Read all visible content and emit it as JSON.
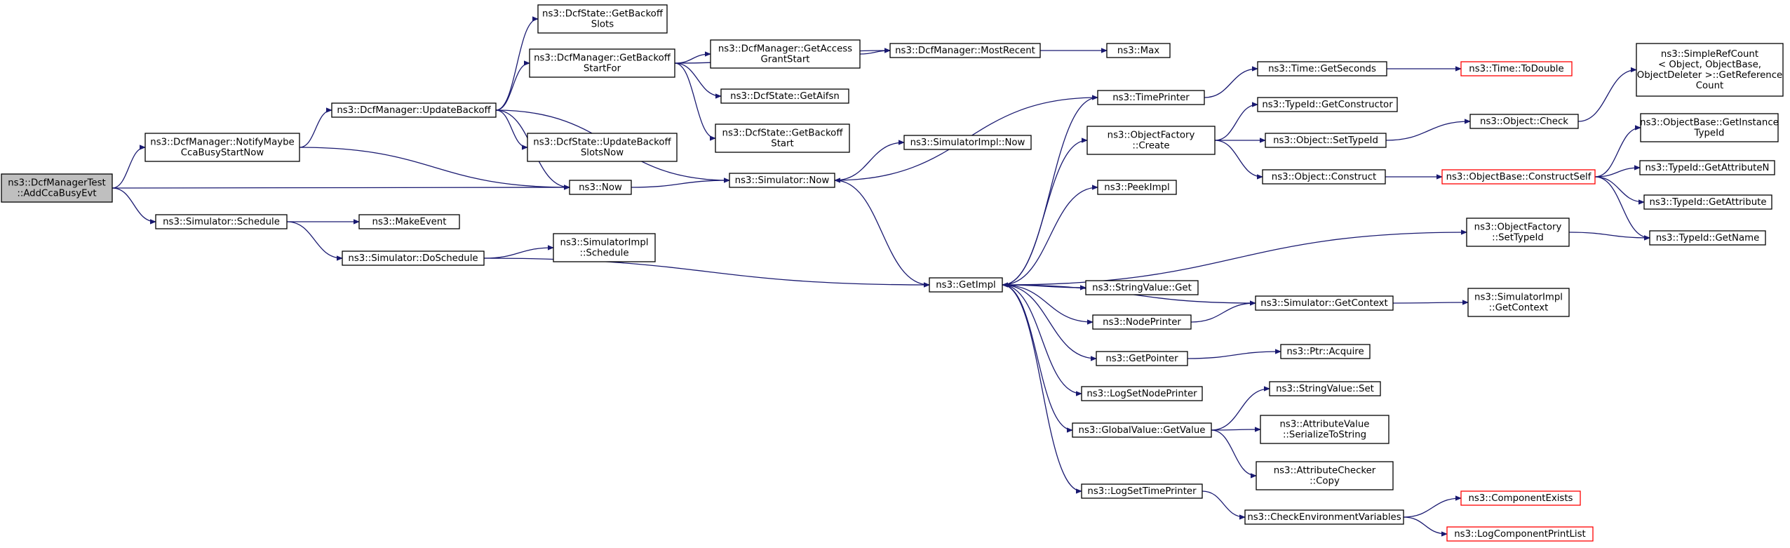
{
  "diagram": {
    "colors": {
      "edge": "#191970",
      "root_fill": "#bfbfbf",
      "highlight_border": "#ff0000"
    },
    "nodes": [
      {
        "id": "n0",
        "lines": [
          "ns3::DcfManagerTest",
          "::AddCcaBusyEvt"
        ],
        "root": true
      },
      {
        "id": "n1",
        "lines": [
          "ns3::DcfManager::NotifyMaybe",
          "CcaBusyStartNow"
        ]
      },
      {
        "id": "n2",
        "lines": [
          "ns3::DcfManager::UpdateBackoff"
        ]
      },
      {
        "id": "n3",
        "lines": [
          "ns3::DcfState::GetBackoff",
          "Slots"
        ]
      },
      {
        "id": "n4",
        "lines": [
          "ns3::DcfManager::GetBackoff",
          "StartFor"
        ]
      },
      {
        "id": "n5",
        "lines": [
          "ns3::DcfManager::GetAccess",
          "GrantStart"
        ]
      },
      {
        "id": "n6",
        "lines": [
          "ns3::DcfManager::MostRecent"
        ]
      },
      {
        "id": "n7",
        "lines": [
          "ns3::Max"
        ]
      },
      {
        "id": "n8",
        "lines": [
          "ns3::DcfState::GetAifsn"
        ]
      },
      {
        "id": "n9",
        "lines": [
          "ns3::DcfState::GetBackoff",
          "Start"
        ]
      },
      {
        "id": "n10",
        "lines": [
          "ns3::DcfState::UpdateBackoff",
          "SlotsNow"
        ]
      },
      {
        "id": "n11",
        "lines": [
          "ns3::Now"
        ]
      },
      {
        "id": "n12",
        "lines": [
          "ns3::Simulator::Now"
        ]
      },
      {
        "id": "n13",
        "lines": [
          "ns3::SimulatorImpl::Now"
        ]
      },
      {
        "id": "n14",
        "lines": [
          "ns3::Simulator::Schedule"
        ]
      },
      {
        "id": "n15",
        "lines": [
          "ns3::MakeEvent"
        ]
      },
      {
        "id": "n16",
        "lines": [
          "ns3::Simulator::DoSchedule"
        ]
      },
      {
        "id": "n17",
        "lines": [
          "ns3::SimulatorImpl",
          "::Schedule"
        ]
      },
      {
        "id": "n18",
        "lines": [
          "ns3::GetImpl"
        ]
      },
      {
        "id": "n19",
        "lines": [
          "ns3::TimePrinter"
        ]
      },
      {
        "id": "n20",
        "lines": [
          "ns3::Time::GetSeconds"
        ]
      },
      {
        "id": "n21",
        "lines": [
          "ns3::Time::ToDouble"
        ],
        "red": true
      },
      {
        "id": "n22",
        "lines": [
          "ns3::ObjectFactory",
          "::Create"
        ]
      },
      {
        "id": "n23",
        "lines": [
          "ns3::TypeId::GetConstructor"
        ]
      },
      {
        "id": "n24",
        "lines": [
          "ns3::Object::SetTypeId"
        ]
      },
      {
        "id": "n25",
        "lines": [
          "ns3::Object::Check"
        ]
      },
      {
        "id": "n26",
        "lines": [
          "ns3::SimpleRefCount",
          "< Object, ObjectBase,",
          "ObjectDeleter >::GetReference",
          "Count"
        ]
      },
      {
        "id": "n27",
        "lines": [
          "ns3::Object::Construct"
        ]
      },
      {
        "id": "n28",
        "lines": [
          "ns3::ObjectBase::ConstructSelf"
        ],
        "red": true
      },
      {
        "id": "n29",
        "lines": [
          "ns3::ObjectBase::GetInstance",
          "TypeId"
        ]
      },
      {
        "id": "n30",
        "lines": [
          "ns3::TypeId::GetAttributeN"
        ]
      },
      {
        "id": "n31",
        "lines": [
          "ns3::TypeId::GetAttribute"
        ]
      },
      {
        "id": "n32",
        "lines": [
          "ns3::TypeId::GetName"
        ]
      },
      {
        "id": "n33",
        "lines": [
          "ns3::PeekImpl"
        ]
      },
      {
        "id": "n34",
        "lines": [
          "ns3::ObjectFactory",
          "::SetTypeId"
        ]
      },
      {
        "id": "n35",
        "lines": [
          "ns3::StringValue::Get"
        ]
      },
      {
        "id": "n36",
        "lines": [
          "ns3::NodePrinter"
        ]
      },
      {
        "id": "n37",
        "lines": [
          "ns3::Simulator::GetContext"
        ]
      },
      {
        "id": "n38",
        "lines": [
          "ns3::SimulatorImpl",
          "::GetContext"
        ]
      },
      {
        "id": "n39",
        "lines": [
          "ns3::GetPointer"
        ]
      },
      {
        "id": "n40",
        "lines": [
          "ns3::Ptr::Acquire"
        ]
      },
      {
        "id": "n41",
        "lines": [
          "ns3::LogSetNodePrinter"
        ]
      },
      {
        "id": "n42",
        "lines": [
          "ns3::StringValue::Set"
        ]
      },
      {
        "id": "n43",
        "lines": [
          "ns3::GlobalValue::GetValue"
        ]
      },
      {
        "id": "n44",
        "lines": [
          "ns3::AttributeValue",
          "::SerializeToString"
        ]
      },
      {
        "id": "n45",
        "lines": [
          "ns3::AttributeChecker",
          "::Copy"
        ]
      },
      {
        "id": "n46",
        "lines": [
          "ns3::LogSetTimePrinter"
        ]
      },
      {
        "id": "n47",
        "lines": [
          "ns3::CheckEnvironmentVariables"
        ]
      },
      {
        "id": "n48",
        "lines": [
          "ns3::ComponentExists"
        ],
        "red": true
      },
      {
        "id": "n49",
        "lines": [
          "ns3::LogComponentPrintList"
        ],
        "red": true
      }
    ],
    "edges": [
      [
        "n0",
        "n1"
      ],
      [
        "n0",
        "n11"
      ],
      [
        "n0",
        "n14"
      ],
      [
        "n1",
        "n2"
      ],
      [
        "n1",
        "n11"
      ],
      [
        "n2",
        "n3"
      ],
      [
        "n2",
        "n4"
      ],
      [
        "n2",
        "n10"
      ],
      [
        "n2",
        "n11"
      ],
      [
        "n2",
        "n12"
      ],
      [
        "n4",
        "n5"
      ],
      [
        "n4",
        "n6"
      ],
      [
        "n4",
        "n8"
      ],
      [
        "n4",
        "n9"
      ],
      [
        "n5",
        "n6"
      ],
      [
        "n6",
        "n7"
      ],
      [
        "n11",
        "n12"
      ],
      [
        "n12",
        "n13"
      ],
      [
        "n12",
        "n18"
      ],
      [
        "n14",
        "n15"
      ],
      [
        "n14",
        "n16"
      ],
      [
        "n16",
        "n17"
      ],
      [
        "n16",
        "n18"
      ],
      [
        "n18",
        "n19"
      ],
      [
        "n18",
        "n22"
      ],
      [
        "n18",
        "n33"
      ],
      [
        "n18",
        "n34"
      ],
      [
        "n18",
        "n35"
      ],
      [
        "n18",
        "n36"
      ],
      [
        "n18",
        "n39"
      ],
      [
        "n18",
        "n41"
      ],
      [
        "n18",
        "n43"
      ],
      [
        "n18",
        "n46"
      ],
      [
        "n19",
        "n12"
      ],
      [
        "n19",
        "n20"
      ],
      [
        "n20",
        "n21"
      ],
      [
        "n22",
        "n23"
      ],
      [
        "n22",
        "n24"
      ],
      [
        "n22",
        "n27"
      ],
      [
        "n24",
        "n25"
      ],
      [
        "n25",
        "n26"
      ],
      [
        "n27",
        "n28"
      ],
      [
        "n28",
        "n29"
      ],
      [
        "n28",
        "n30"
      ],
      [
        "n28",
        "n31"
      ],
      [
        "n28",
        "n32"
      ],
      [
        "n34",
        "n32"
      ],
      [
        "n36",
        "n37"
      ],
      [
        "n37",
        "n18"
      ],
      [
        "n37",
        "n38"
      ],
      [
        "n39",
        "n40"
      ],
      [
        "n43",
        "n42"
      ],
      [
        "n43",
        "n44"
      ],
      [
        "n43",
        "n45"
      ],
      [
        "n46",
        "n47"
      ],
      [
        "n47",
        "n48"
      ],
      [
        "n47",
        "n49"
      ]
    ]
  }
}
